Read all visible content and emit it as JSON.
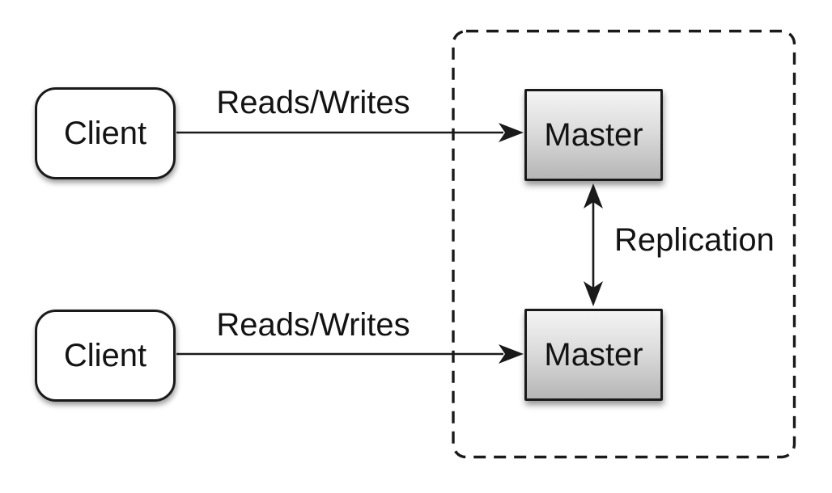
{
  "diagram": {
    "background": "#ffffff",
    "stroke_color": "#1a1a1a",
    "text_color": "#131313",
    "nodes": [
      {
        "id": "client-top",
        "label": "Client",
        "shape": "rounded-rect",
        "fill": "#ffffff"
      },
      {
        "id": "client-bottom",
        "label": "Client",
        "shape": "rounded-rect",
        "fill": "#ffffff"
      },
      {
        "id": "master-top",
        "label": "Master",
        "shape": "rect",
        "fill_gradient": [
          "#f4f4f4",
          "#b6b6b6"
        ]
      },
      {
        "id": "master-bottom",
        "label": "Master",
        "shape": "rect",
        "fill_gradient": [
          "#f4f4f4",
          "#b6b6b6"
        ]
      }
    ],
    "group": {
      "id": "master-cluster",
      "border_style": "dashed",
      "label": ""
    },
    "edges": [
      {
        "id": "reads-writes-top",
        "label": "Reads/Writes",
        "from": "client-top",
        "to": "master-top",
        "arrows": "end"
      },
      {
        "id": "reads-writes-bottom",
        "label": "Reads/Writes",
        "from": "client-bottom",
        "to": "master-bottom",
        "arrows": "end"
      },
      {
        "id": "replication",
        "label": "Replication",
        "from": "master-top",
        "to": "master-bottom",
        "arrows": "both"
      }
    ]
  }
}
